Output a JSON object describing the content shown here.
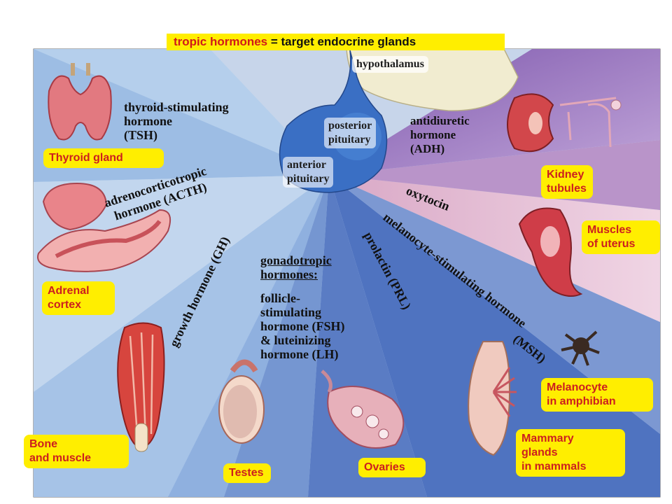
{
  "title": {
    "prefix": "tropic hormones",
    "suffix": " = target endocrine glands",
    "prefix_color": "#d01a1a"
  },
  "structures": {
    "hypothalamus": "hypothalamus",
    "posterior_pituitary": [
      "posterior",
      "pituitary"
    ],
    "anterior_pituitary": [
      "anterior",
      "pituitary"
    ]
  },
  "hormones": {
    "tsh": [
      "thyroid-stimulating",
      "hormone",
      "(TSH)"
    ],
    "acth": [
      "adrenocorticotropic",
      "hormone (ACTH)"
    ],
    "gh": "growth hormone (GH)",
    "gonadotropic_heading": [
      "gonadotropic",
      "hormones:"
    ],
    "fsh_lh": [
      "follicle-",
      "stimulating",
      "hormone (FSH)",
      "& luteinizing",
      "hormone (LH)"
    ],
    "prl": "prolactin (PRL)",
    "msh": [
      "melanocyte-stimulating hormone",
      "(MSH)"
    ],
    "oxytocin": "oxytocin",
    "adh": [
      "antidiuretic",
      "hormone",
      "(ADH)"
    ]
  },
  "targets": {
    "thyroid": "Thyroid gland",
    "adrenal": [
      "Adrenal",
      "cortex"
    ],
    "bone_muscle": [
      "Bone",
      "and muscle"
    ],
    "testes": "Testes",
    "ovaries": "Ovaries",
    "mammary": [
      "Mammary",
      "glands",
      "in mammals"
    ],
    "melanocyte": [
      "Melanocyte",
      "in amphibian"
    ],
    "uterus": [
      "Muscles",
      "of uterus"
    ],
    "kidney": [
      "Kidney",
      "tubules"
    ]
  },
  "colors": {
    "label_bg": "#ffee00",
    "label_text": "#cc1f1f",
    "pituitary_blue": "#3a73c6",
    "sector_light_blue": "#a9c6e6",
    "sector_dark_blue": "#5f82c6",
    "sector_purple": "#a985c8",
    "sector_pink": "#e2bbd3"
  },
  "icons": [
    "thyroid-gland-icon",
    "adrenal-gland-icon",
    "muscle-bone-icon",
    "testis-icon",
    "ovary-icon",
    "mammary-gland-icon",
    "melanocyte-icon",
    "uterus-icon",
    "kidney-icon"
  ]
}
